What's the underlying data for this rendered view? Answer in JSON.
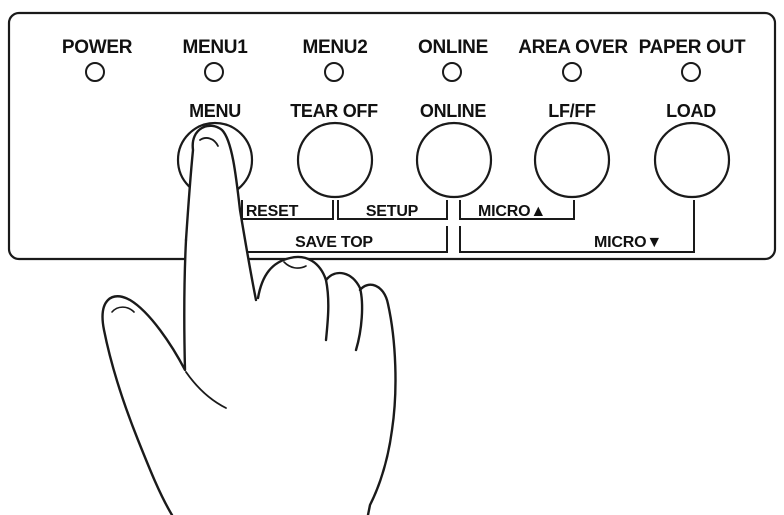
{
  "panel": {
    "indicators": [
      {
        "label": "POWER"
      },
      {
        "label": "MENU1"
      },
      {
        "label": "MENU2"
      },
      {
        "label": "ONLINE"
      },
      {
        "label": "AREA OVER"
      },
      {
        "label": "PAPER OUT"
      }
    ],
    "buttons": [
      {
        "label": "MENU"
      },
      {
        "label": "TEAR OFF"
      },
      {
        "label": "ONLINE"
      },
      {
        "label": "LF/FF"
      },
      {
        "label": "LOAD"
      }
    ],
    "functions": {
      "reset": "RESET",
      "setup": "SETUP",
      "micro_up": "MICRO▲",
      "save_top": "SAVE TOP",
      "micro_down": "MICRO▼"
    }
  },
  "illustration": {
    "pressed_button": "MENU",
    "hand_icon": "pointing-hand-icon"
  }
}
